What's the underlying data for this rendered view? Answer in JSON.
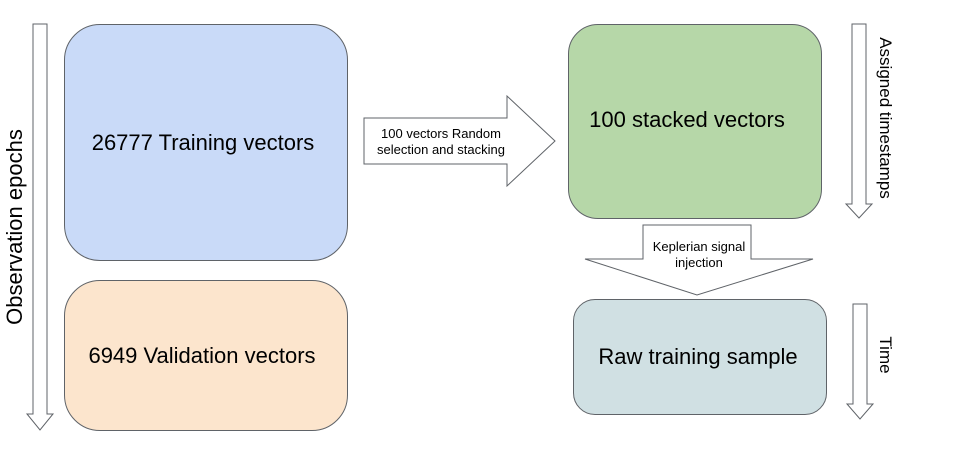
{
  "boxes": {
    "training": {
      "label": "26777 Training vectors",
      "fill": "#c9daf8"
    },
    "validation": {
      "label": "6949 Validation vectors",
      "fill": "#fce5cd"
    },
    "stacked": {
      "label": "100 stacked vectors",
      "fill": "#b6d7a8"
    },
    "raw": {
      "label": "Raw training sample",
      "fill": "#d0e0e3"
    }
  },
  "arrows": {
    "random_selection": {
      "line1": "100 vectors Random",
      "line2": "selection and stacking"
    },
    "keplerian_injection": {
      "line1": "Keplerian signal",
      "line2": "injection"
    }
  },
  "axis_labels": {
    "observation": "Observation epochs",
    "assigned": "Assigned timestamps",
    "time": "Time"
  },
  "colors": {
    "outline": "#5f6368",
    "arrow_fill": "#ffffff"
  }
}
